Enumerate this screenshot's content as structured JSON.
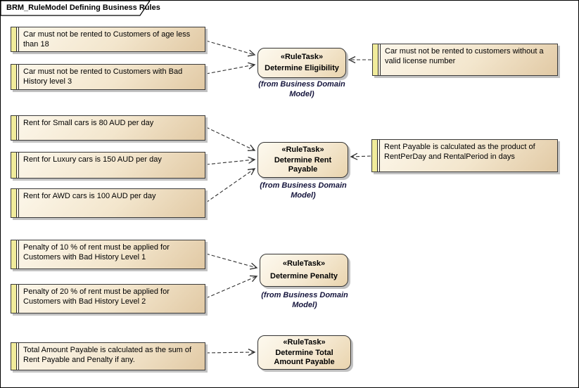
{
  "frame": {
    "title": "BRM_RuleModel Defining Business Rules"
  },
  "shared": {
    "stereotype": "«RuleTask»",
    "from_label": "(from Business Domain Model)"
  },
  "tasks": [
    {
      "name": "Determine Eligibility"
    },
    {
      "name": "Determine Rent Payable"
    },
    {
      "name": "Determine Penalty"
    },
    {
      "name": "Determine Total Amount Payable"
    }
  ],
  "notes": [
    {
      "text": "Car must not be rented to Customers of age less than 18"
    },
    {
      "text": "Car must not be rented to Customers with Bad History level 3"
    },
    {
      "text": "Car must not be rented to customers without a valid license number"
    },
    {
      "text": "Rent for Small cars is 80 AUD per day"
    },
    {
      "text": "Rent for Luxury cars is 150 AUD per day"
    },
    {
      "text": "Rent for AWD cars is 100 AUD per day"
    },
    {
      "text": "Rent Payable is calculated as the product of RentPerDay and RentalPeriod in days"
    },
    {
      "text": "Penalty of 10 % of rent must be applied for Customers with Bad History Level 1"
    },
    {
      "text": "Penalty of 20 % of rent must be applied for Customers with Bad History Level 2"
    },
    {
      "text": "Total Amount Payable is calculated as the sum of Rent Payable and Penalty if any."
    }
  ],
  "colors": {
    "note_strip": "#f1ec9b",
    "note_fill_light": "#fdf8ec",
    "note_fill_dark": "#e1c9a4",
    "task_fill_light": "#fdf9ee",
    "task_fill_dark": "#e9d4ae",
    "border": "#3a3a3a",
    "shadow": "#c2c2c2",
    "connector": "#2f2f2f",
    "from_text": "#14143c"
  }
}
